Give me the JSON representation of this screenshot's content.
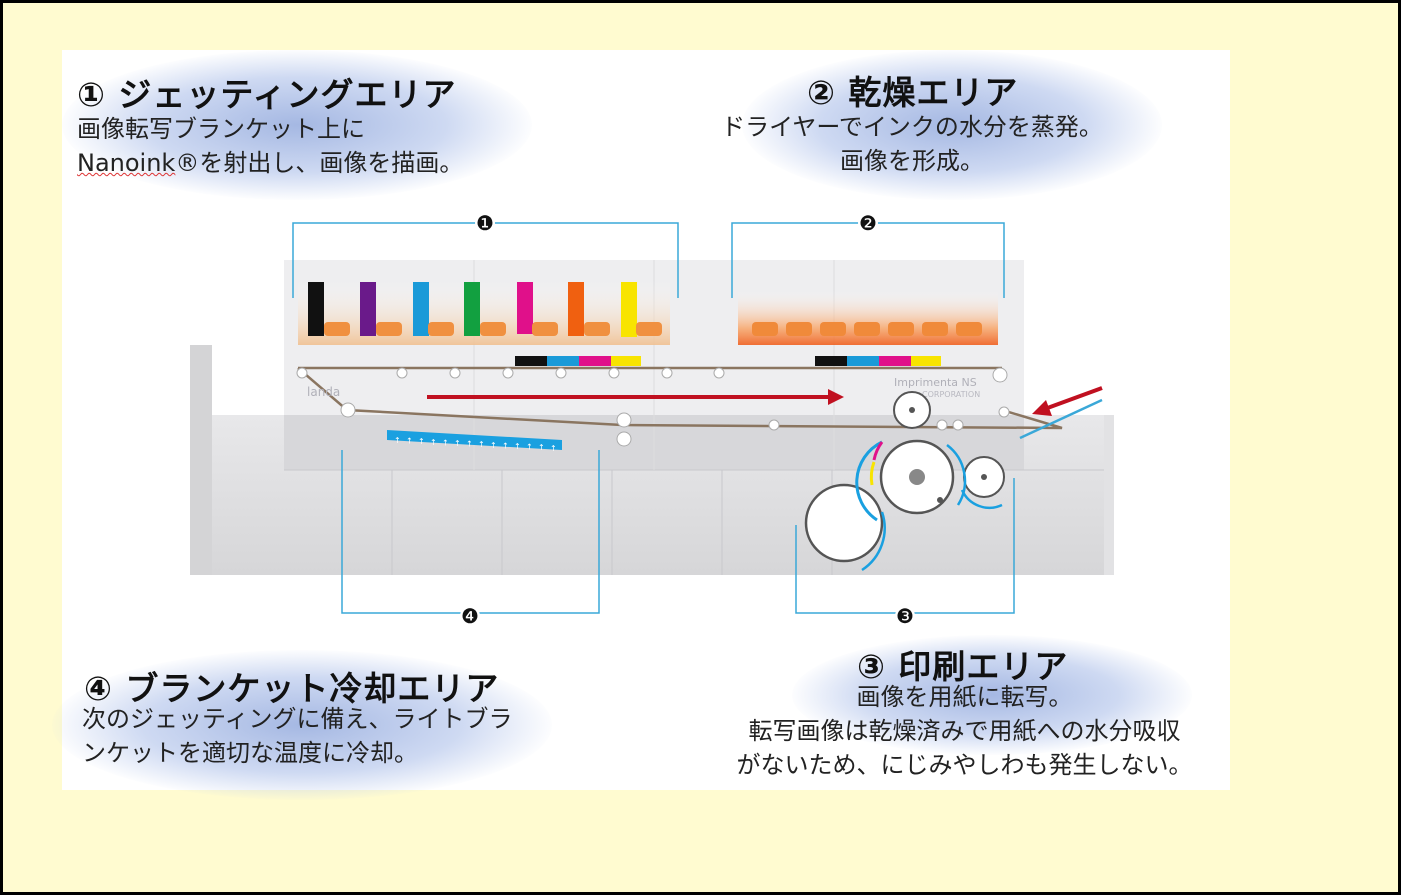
{
  "areas": {
    "jetting": {
      "title": "① ジェッティングエリア",
      "line1": "画像転写ブランケット上に",
      "line2_mark": "Nanoink",
      "line2_rest": "®を射出し、画像を描画。"
    },
    "drying": {
      "title": "② 乾燥エリア",
      "line1": "ドライヤーでインクの水分を蒸発。",
      "line2": "画像を形成。"
    },
    "printing": {
      "title": "③ 印刷エリア",
      "line1": "画像を用紙に転写。",
      "line2": "転写画像は乾燥済みで用紙への水分吸収",
      "line3": "がないため、にじみやしわも発生しない。"
    },
    "cooling": {
      "title": "④ ブランケット冷却エリア",
      "line1": "次のジェッティングに備え、ライトブラ",
      "line2": "ンケットを適切な温度に冷却。"
    }
  },
  "callouts": [
    "❶",
    "❷",
    "❸",
    "❹"
  ],
  "machine_labels": {
    "brand": "landa",
    "model": "Imprimenta NS",
    "maker": "CORPORATION"
  },
  "ink_colors": {
    "black": "#111111",
    "violet": "#6a1a8a",
    "cyan": "#1a9ad8",
    "green": "#12a040",
    "magenta": "#e0108a",
    "orange": "#f06010",
    "yellow": "#f8e400"
  },
  "accent_colors": {
    "bracket": "#3aa8d8",
    "arrow": "#c01020",
    "dryer": "#f08040",
    "belt": "#8a7560"
  }
}
